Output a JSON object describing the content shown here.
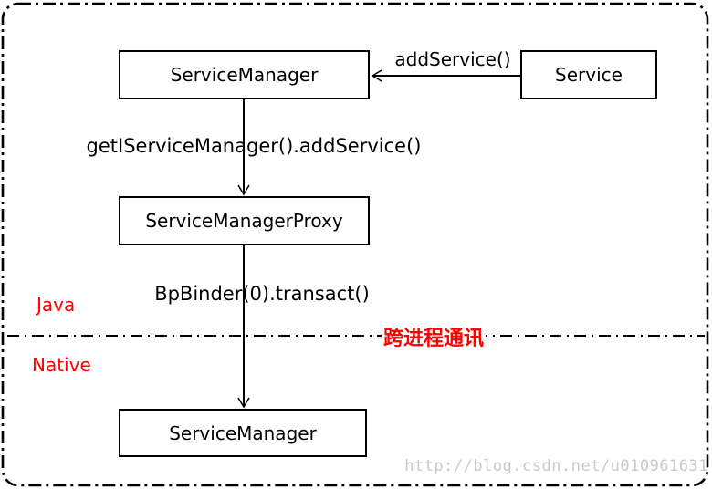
{
  "diagram": {
    "title_hint": "Android addService binder flow",
    "boxes": {
      "service_manager_java": {
        "label": "ServiceManager"
      },
      "service": {
        "label": "Service"
      },
      "service_manager_proxy": {
        "label": "ServiceManagerProxy"
      },
      "service_manager_native": {
        "label": "ServiceManager"
      }
    },
    "edges": {
      "add_service": {
        "label": "addService()",
        "from": "Service",
        "to": "ServiceManager",
        "direction": "left"
      },
      "get_iservice_manager": {
        "label": "getIServiceManager().addService()",
        "from": "ServiceManager",
        "to": "ServiceManagerProxy",
        "direction": "down"
      },
      "bp_binder_transact": {
        "label": "BpBinder(0).transact()",
        "from": "ServiceManagerProxy",
        "to": "ServiceManager (native)",
        "direction": "down"
      }
    },
    "regions": {
      "java": {
        "label": "Java"
      },
      "native": {
        "label": "Native"
      },
      "divider": {
        "label": "跨进程通讯"
      }
    },
    "watermark": "http://blog.csdn.net/u010961631",
    "colors": {
      "line": "#000000",
      "accent_red": "#ff0000",
      "watermark_gray": "#c9cac6",
      "background": "#ffffff"
    }
  }
}
